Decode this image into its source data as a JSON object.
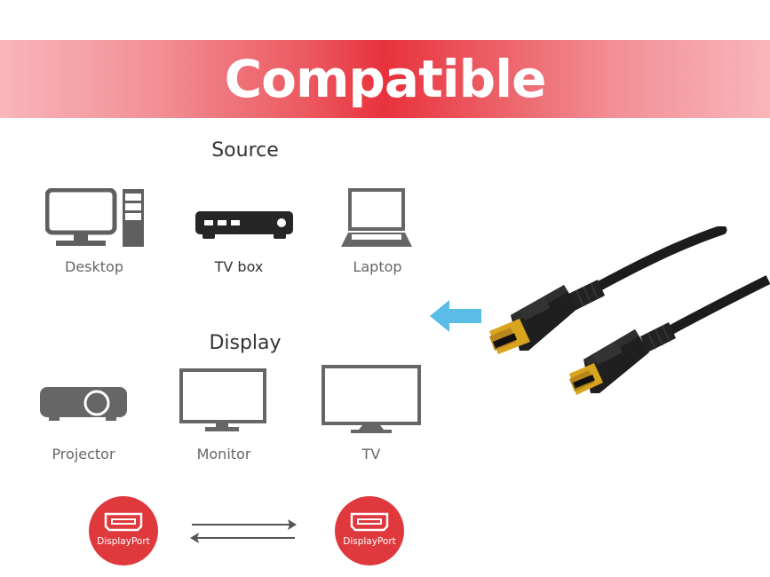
{
  "banner": {
    "title": "Compatible",
    "gradient_center": "#e8323c",
    "gradient_edge": "#f8b6ba"
  },
  "source": {
    "title": "Source",
    "items": [
      {
        "label": "Desktop",
        "icon": "desktop-icon"
      },
      {
        "label": "TV box",
        "icon": "tv-box-icon"
      },
      {
        "label": "Laptop",
        "icon": "laptop-icon"
      }
    ]
  },
  "display": {
    "title": "Display",
    "items": [
      {
        "label": "Projector",
        "icon": "projector-icon"
      },
      {
        "label": "Monitor",
        "icon": "monitor-icon"
      },
      {
        "label": "TV",
        "icon": "tv-icon"
      }
    ]
  },
  "connection": {
    "left_badge": "DisplayPort",
    "right_badge": "DisplayPort",
    "arrows": "bidirectional-arrows",
    "badge_color": "#e0393d"
  },
  "product": {
    "image": "displayport-cable",
    "pointer_arrow_color": "#5bbce8"
  }
}
